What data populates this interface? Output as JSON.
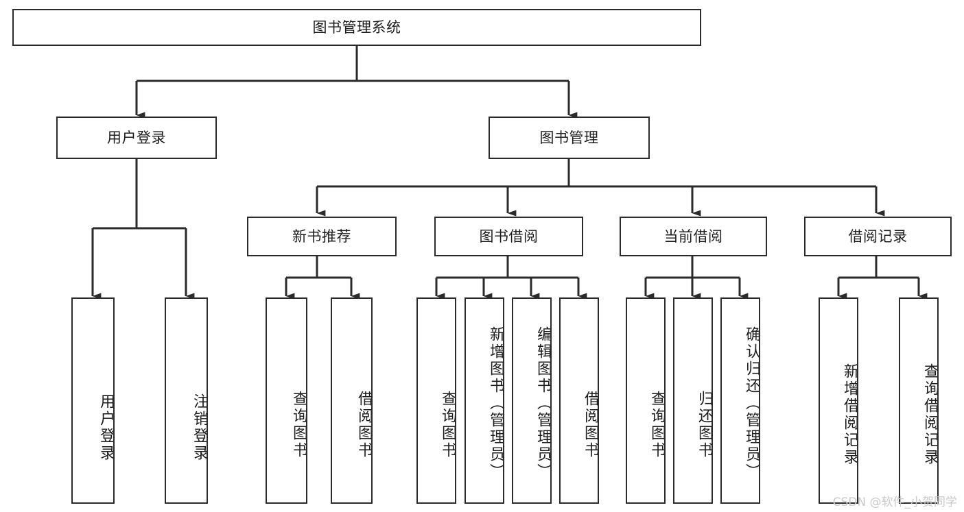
{
  "diagram": {
    "title": "图书管理系统",
    "type": "tree",
    "watermark": "CSDN @软件_小贺同学",
    "colors": {
      "box_border": "#2b2b2b",
      "box_fill": "#ffffff",
      "connector": "#2b2b2b",
      "text": "#1d1d1d",
      "watermark": "#c9c9c9"
    },
    "root": {
      "label": "图书管理系统"
    },
    "level1": [
      {
        "label": "用户登录"
      },
      {
        "label": "图书管理"
      }
    ],
    "level2": [
      {
        "label": "新书推荐"
      },
      {
        "label": "图书借阅"
      },
      {
        "label": "当前借阅"
      },
      {
        "label": "借阅记录"
      }
    ],
    "leaves": {
      "user_login": [
        {
          "label": "用户登录"
        },
        {
          "label": "注销登录"
        }
      ],
      "new_book_recommend": [
        {
          "label": "查询图书"
        },
        {
          "label": "借阅图书"
        }
      ],
      "book_borrow": [
        {
          "label": "查询图书"
        },
        {
          "label": "新增图书（管理员）"
        },
        {
          "label": "编辑图书（管理员）"
        },
        {
          "label": "借阅图书"
        }
      ],
      "current_borrow": [
        {
          "label": "查询图书"
        },
        {
          "label": "归还图书"
        },
        {
          "label": "确认归还（管理员）"
        }
      ],
      "borrow_record": [
        {
          "label": "新增借阅记录"
        },
        {
          "label": "查询借阅记录"
        }
      ]
    }
  }
}
